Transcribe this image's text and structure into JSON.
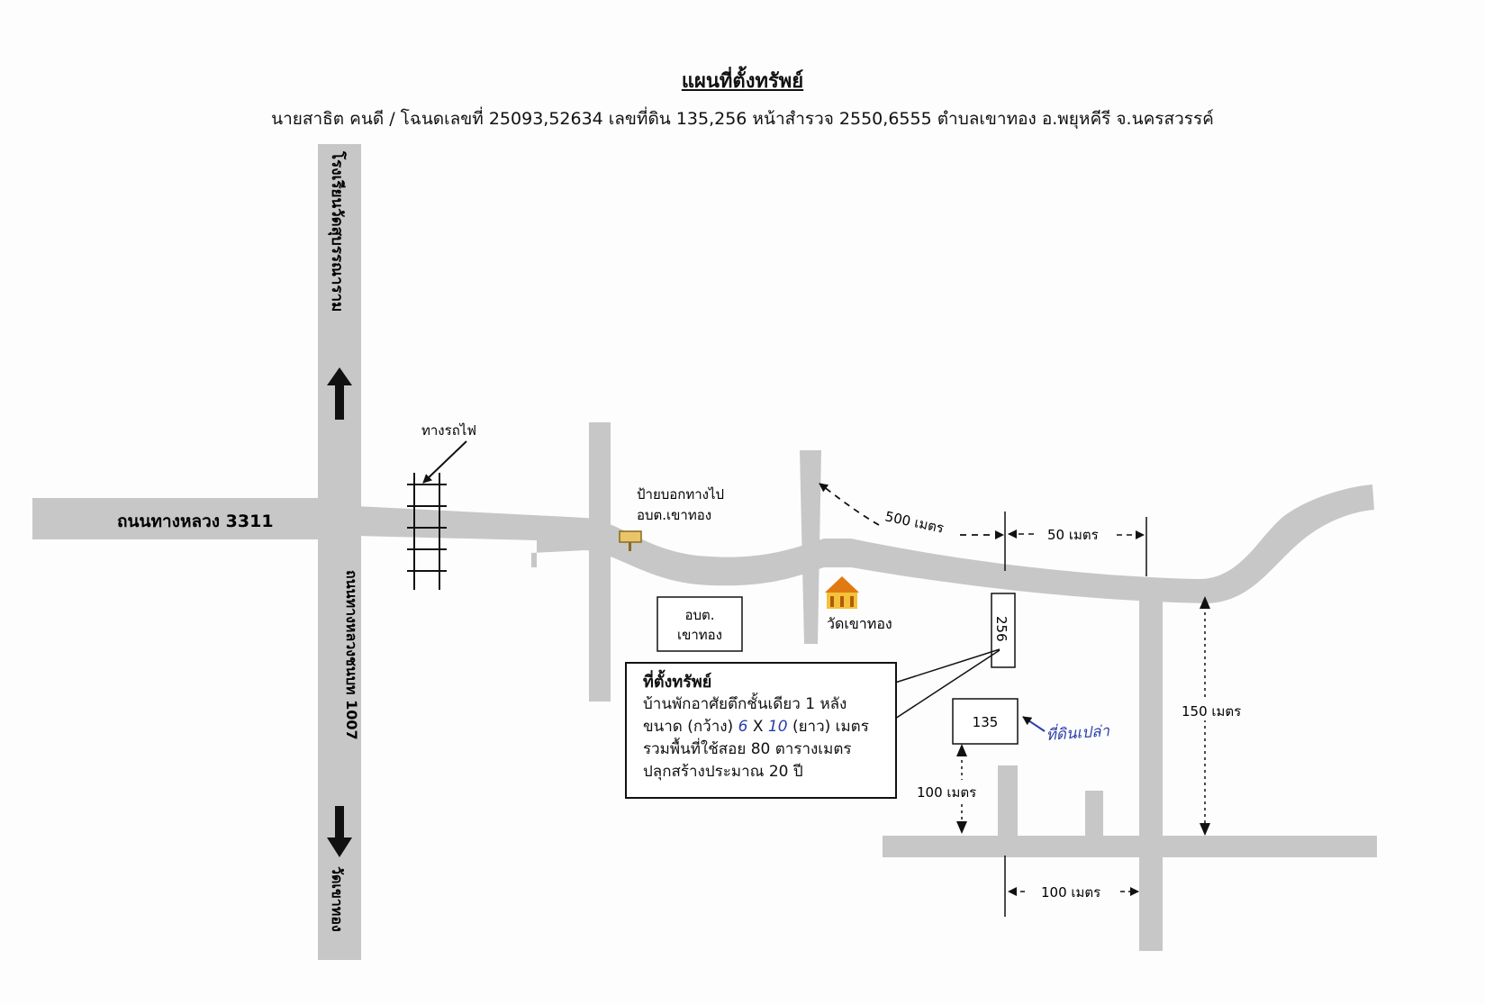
{
  "header": {
    "title": "แผนที่ตั้งทรัพย์",
    "subtitle": "นายสาธิต   คนดี / โฉนดเลขที่ 25093,52634 เลขที่ดิน 135,256  หน้าสำรวจ 2550,6555 ตำบลเขาทอง อ.พยุหคีรี จ.นครสวรรค์"
  },
  "roads": {
    "highway_3311": "ถนนทางหลวง 3311",
    "highway_1007": "ถนนทางหลวงชนบท 1007",
    "to_school": "โรงเรียนวัดสุบรรณาราม",
    "to_temple": "วัดเขาทอง",
    "railway": "ทางรถไฟ"
  },
  "places": {
    "sign_label_1": "ป้ายบอกทางไป",
    "sign_label_2": "อบต.เขาทอง",
    "office_line1": "อบต.",
    "office_line2": "เขาทอง",
    "temple": "วัดเขาทอง",
    "lot_256": "256",
    "lot_135": "135",
    "handwritten_note": "ที่ดินเปล่า"
  },
  "distances": {
    "d500": "500 เมตร",
    "d50": "50 เมตร",
    "d150": "150 เมตร",
    "d100_vertical": "100 เมตร",
    "d100_horizontal": "100 เมตร"
  },
  "callout": {
    "heading": "ที่ตั้งทรัพย์",
    "line1": "บ้านพักอาศัยตึกชั้นเดียว 1 หลัง",
    "line2_prefix": "ขนาด (กว้าง)",
    "width_value": "6",
    "line2_x": "X",
    "length_value": "10",
    "line2_suffix": "(ยาว) เมตร",
    "line3": "รวมพื้นที่ใช้สอย 80 ตารางเมตร",
    "line4": "ปลุกสร้างประมาณ 20 ปี"
  },
  "colors": {
    "road": "#c6c7c6",
    "ink": "#111111",
    "handwriting": "#2b3fa8",
    "temple_roof": "#e07a10",
    "sign": "#e8c56a"
  }
}
